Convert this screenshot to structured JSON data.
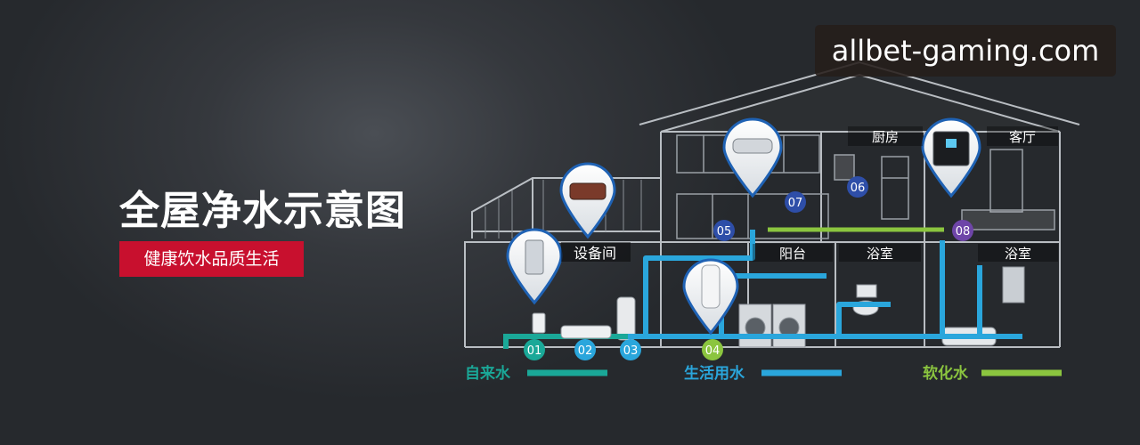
{
  "watermark": "allbet-gaming.com",
  "title": "全屋净水示意图",
  "subtitle": "健康饮水品质生活",
  "rooms": {
    "kitchen": "厨房",
    "living_room": "客厅",
    "equipment_room": "设备间",
    "balcony": "阳台",
    "bathroom_1": "浴室",
    "bathroom_2": "浴室"
  },
  "markers": [
    "01",
    "02",
    "03",
    "04",
    "05",
    "06",
    "07",
    "08"
  ],
  "legend": [
    {
      "label": "自来水",
      "color": "#1aa898"
    },
    {
      "label": "生活用水",
      "color": "#2aa6dc"
    },
    {
      "label": "软化水",
      "color": "#8bc53f"
    }
  ],
  "colors": {
    "tap": "#1aa898",
    "domestic": "#2aa6dc",
    "soft": "#8bc53f",
    "accent": "#c8102e",
    "marker_blue": "#2e4ea8"
  }
}
